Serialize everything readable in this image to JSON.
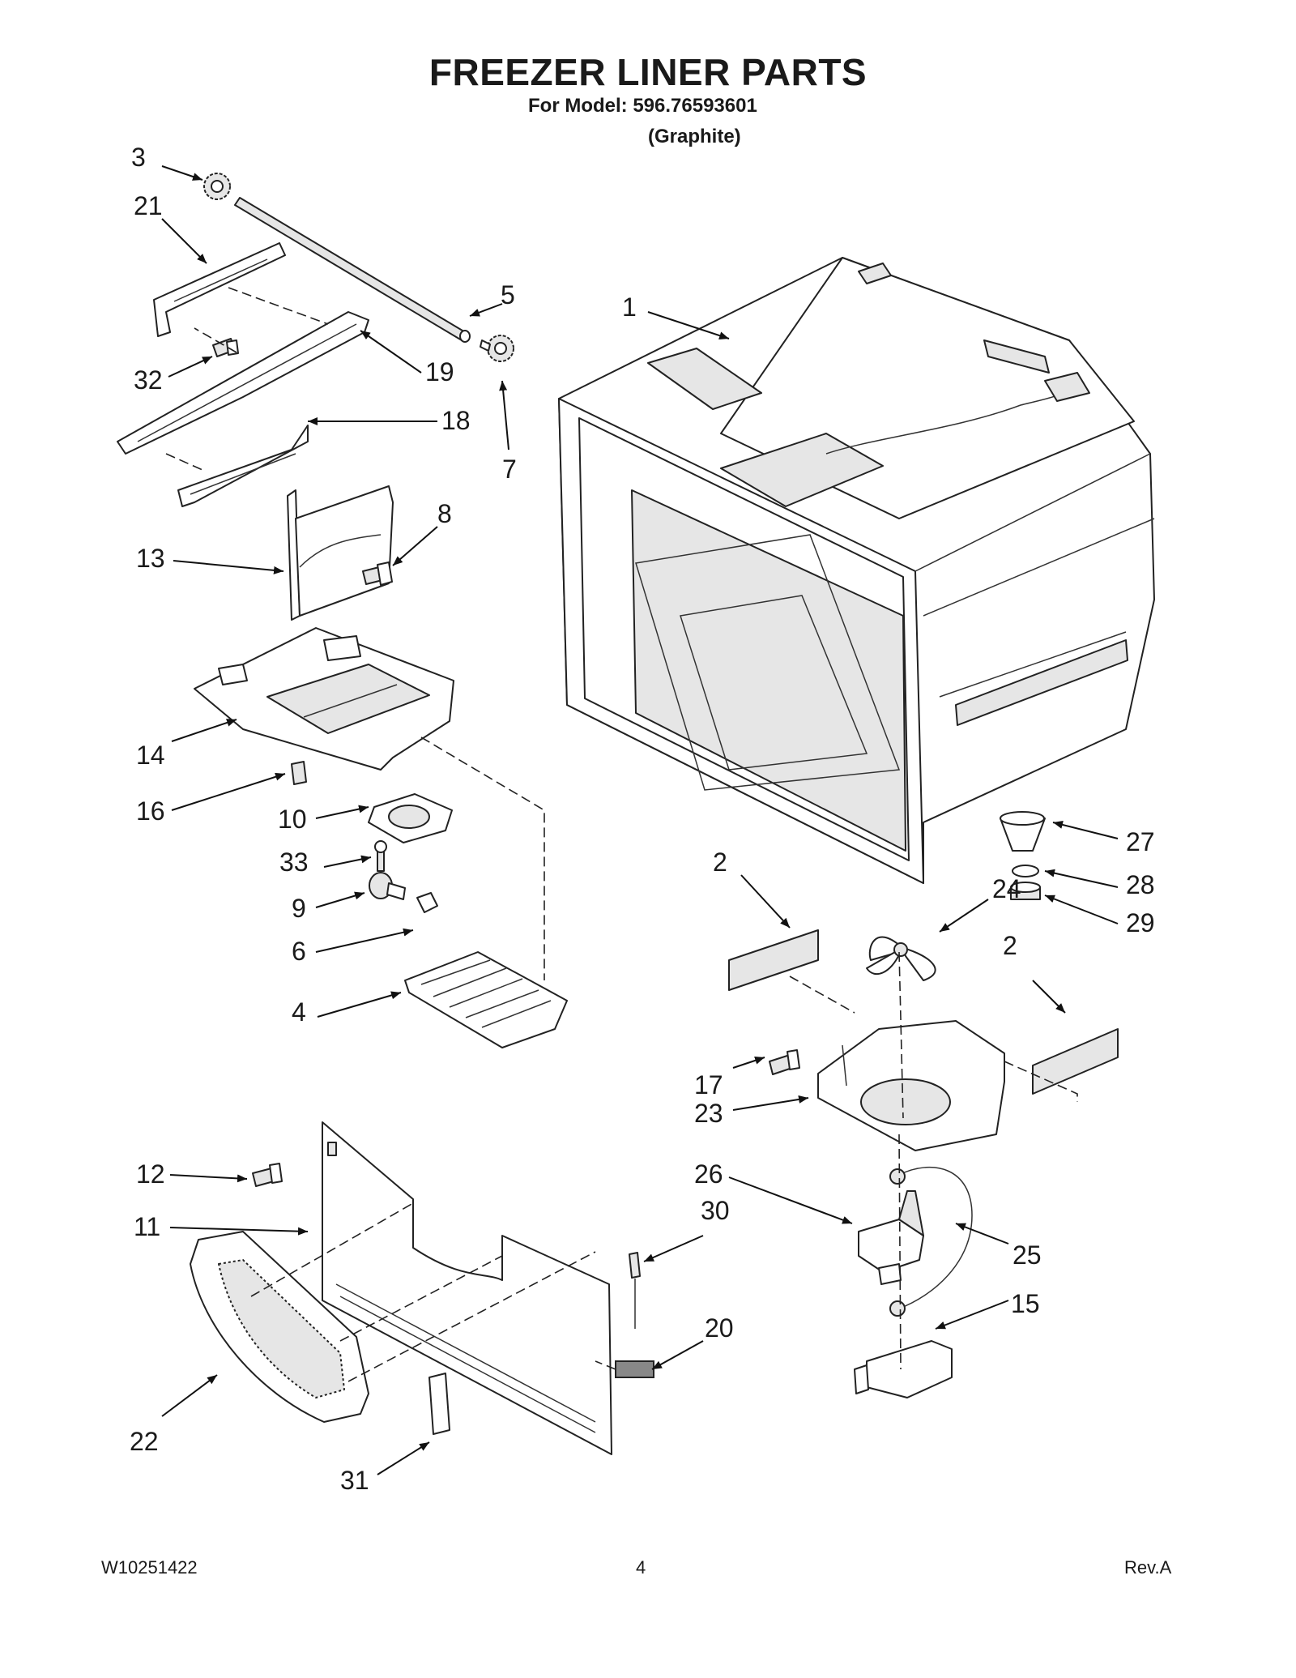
{
  "header": {
    "title": "FREEZER LINER PARTS",
    "model_line": "For Model: 596.76593601",
    "color_line": "(Graphite)"
  },
  "footer": {
    "doc_number": "W10251422",
    "page_number": "4",
    "revision": "Rev.A"
  },
  "callouts": [
    "1",
    "2",
    "2",
    "3",
    "4",
    "5",
    "6",
    "7",
    "8",
    "9",
    "10",
    "11",
    "12",
    "13",
    "14",
    "15",
    "16",
    "17",
    "18",
    "19",
    "20",
    "21",
    "22",
    "23",
    "24",
    "25",
    "26",
    "27",
    "28",
    "29",
    "30",
    "31",
    "32",
    "33"
  ]
}
